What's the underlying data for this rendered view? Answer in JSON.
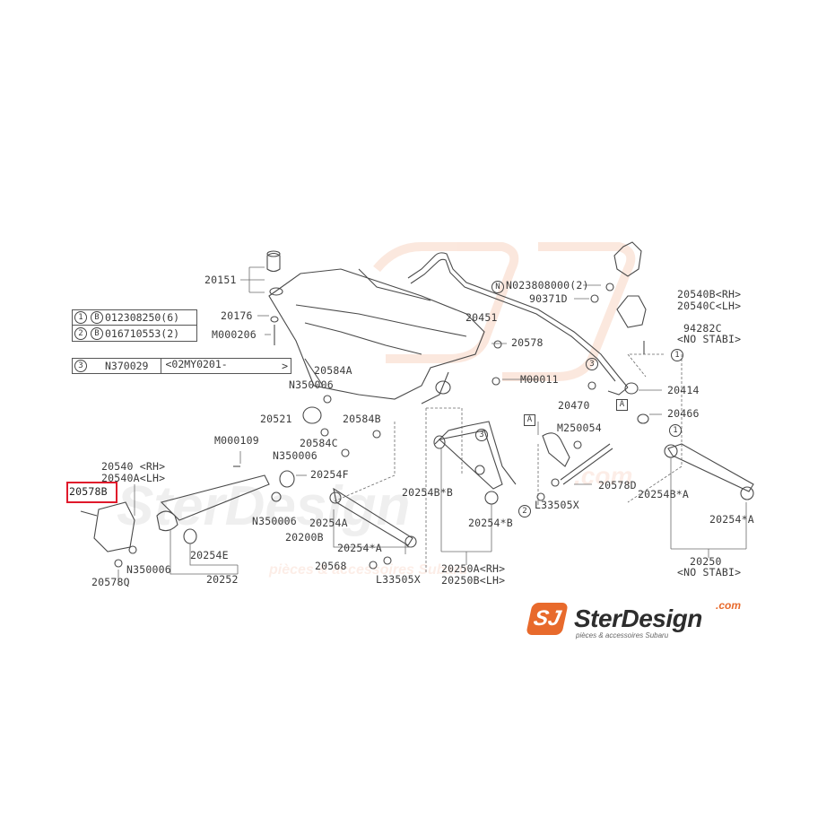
{
  "labels": {
    "l20151": "20151",
    "l20176": "20176",
    "lM000206": "M000206",
    "l20451": "20451",
    "lN023808000": "N023808000(2)",
    "l90371D": "90371D",
    "l20540B_RH": "20540B<RH>",
    "l20540C_LH": "20540C<LH>",
    "l94282C": "94282C",
    "lNoStabi1": "<NO STABI>",
    "l20578": "20578",
    "l20584A": "20584A",
    "lN350006_a": "N350006",
    "lM00011": "M00011",
    "l20414": "20414",
    "l20521": "20521",
    "l20584B": "20584B",
    "l20470": "20470",
    "l20466": "20466",
    "lM250054": "M250054",
    "lM000109": "M000109",
    "l20584C": "20584C",
    "lN350006_b": "N350006",
    "l20540_RH": "20540 <RH>",
    "l20540A_LH": "20540A<LH>",
    "l20254F": "20254F",
    "l20578B": "20578B",
    "l20254BB_a": "20254B*B",
    "l20578D": "20578D",
    "l20254BA": "20254B*A",
    "lN350006_c": "N350006",
    "l20254A": "20254A",
    "l20254B_star": "20254*B",
    "lL33505X_a": "L33505X",
    "l20254StarA_right": "20254*A",
    "l20200B": "20200B",
    "l20254StarA": "20254*A",
    "lN350006_d": "N350006",
    "l20254E": "20254E",
    "l20568": "20568",
    "l20250A_RH": "20250A<RH>",
    "l20250B_LH": "20250B<LH>",
    "l20250": "20250",
    "lNoStabi2": "<NO STABI>",
    "l20578Q": "20578Q",
    "l20252": "20252",
    "lL33505X_b": "L33505X"
  },
  "legend": {
    "row1_num": "1",
    "row1_letter": "B",
    "row1_code": "012308250(6)",
    "row2_num": "2",
    "row2_letter": "B",
    "row2_code": "016710553(2)",
    "row3_num": "3",
    "row3_code": "N370029",
    "row3_range": "<02MY0201-",
    "row3_end": ">"
  },
  "callouts": {
    "c1a": "1",
    "c1b": "1",
    "c3a": "3",
    "c3b": "3",
    "c2": "2",
    "boxA1": "A",
    "boxA2": "A"
  },
  "logo": {
    "mark": "SJ",
    "name": "SterDesign",
    "com": ".com",
    "tagline": "pièces & accessoires Subaru"
  },
  "colors": {
    "highlight": "#e0192b",
    "brand_orange": "#e86a2c",
    "line": "#4a4a4a",
    "watermark": "#f8d8c8"
  }
}
